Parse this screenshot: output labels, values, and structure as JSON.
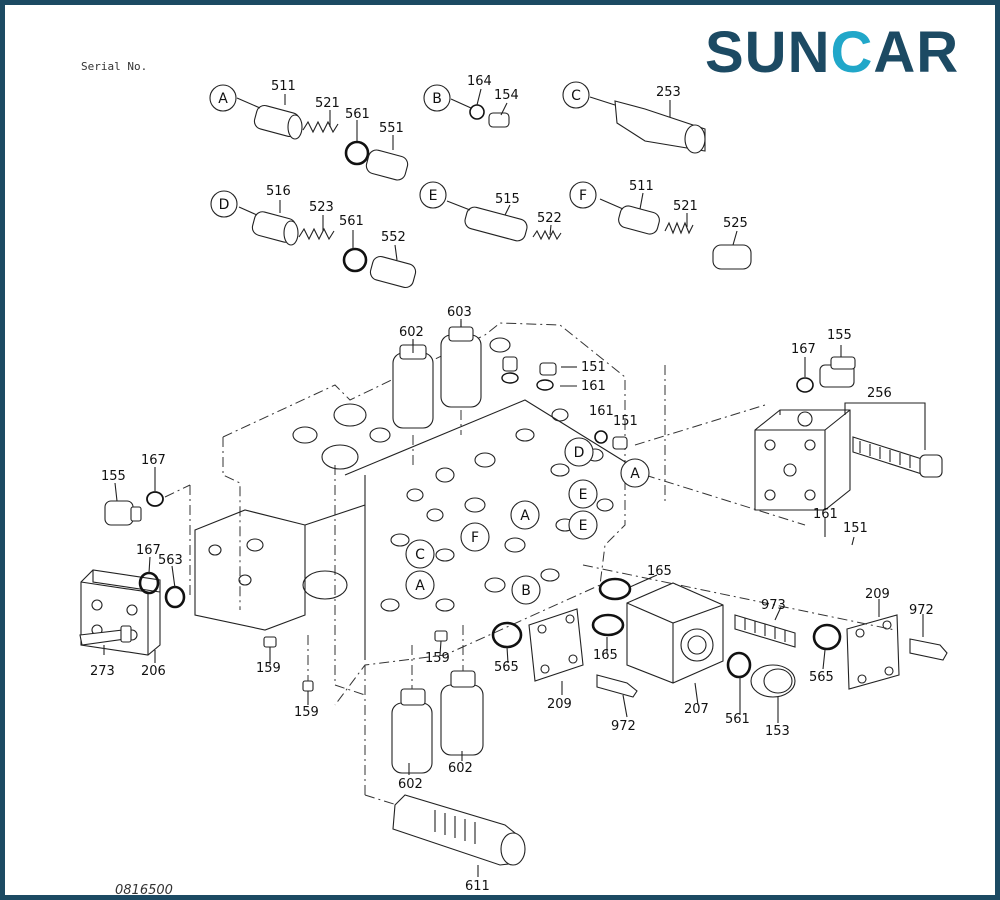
{
  "brand": {
    "logo_prefix": "SUN",
    "logo_accent": "C",
    "logo_suffix": "AR",
    "color": "#1c4a63",
    "accent_color": "#21a7c9"
  },
  "serial_label": "Serial No.",
  "drawing_number": "0816500",
  "detail_letters": {
    "A": "A",
    "B": "B",
    "C": "C",
    "D": "D",
    "E": "E",
    "F": "F"
  },
  "part_numbers": {
    "p511a": "511",
    "p521a": "521",
    "p561a": "561",
    "p551": "551",
    "p164": "164",
    "p154": "154",
    "p253": "253",
    "p516": "516",
    "p523": "523",
    "p561b": "561",
    "p552": "552",
    "p515": "515",
    "p522": "522",
    "p511b": "511",
    "p521b": "521",
    "p525": "525",
    "p602a": "602",
    "p603": "603",
    "p151a": "151",
    "p161a": "161",
    "p161b": "161",
    "p151b": "151",
    "p167a": "167",
    "p155a": "155",
    "p256": "256",
    "p155b": "155",
    "p167b": "167",
    "p167c": "167",
    "p563": "563",
    "p273": "273",
    "p206": "206",
    "p159a": "159",
    "p159b": "159",
    "p159c": "159",
    "p161c": "161",
    "p151c": "151",
    "p165a": "165",
    "p165b": "165",
    "p565a": "565",
    "p209a": "209",
    "p972a": "972",
    "p207": "207",
    "p973": "973",
    "p561c": "561",
    "p153": "153",
    "p209b": "209",
    "p972b": "972",
    "p565b": "565",
    "p602b": "602",
    "p602c": "602",
    "p611": "611"
  }
}
